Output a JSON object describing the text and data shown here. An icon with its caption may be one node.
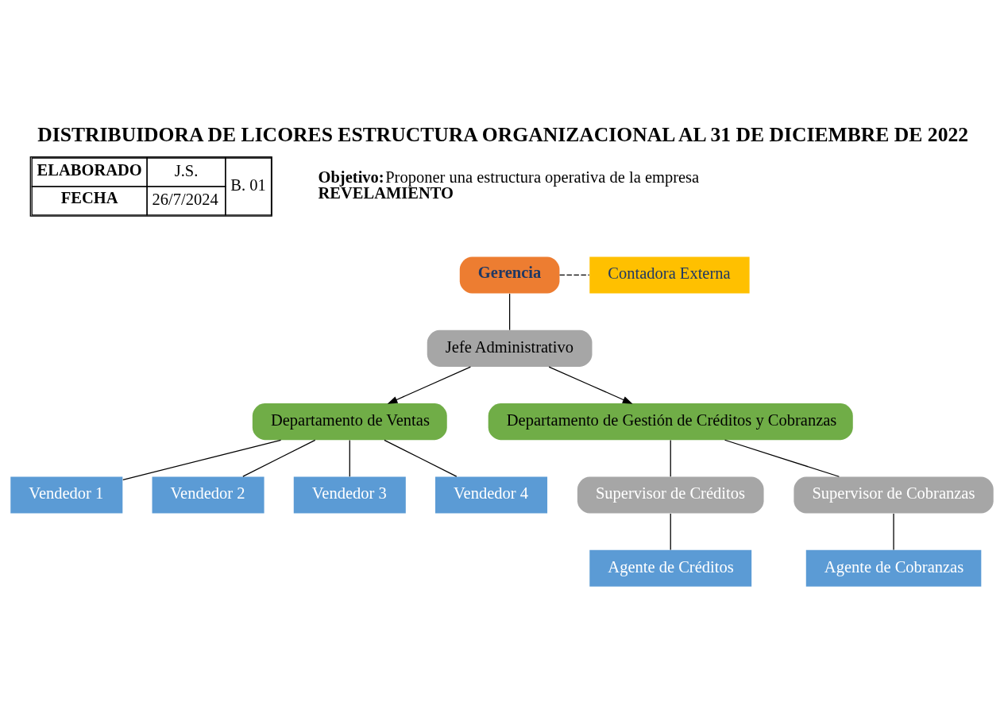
{
  "diagram": {
    "title": "DISTRIBUIDORA DE LICORES ESTRUCTURA ORGANIZACIONAL AL 31 DE DICIEMBRE DE 2022",
    "nodes": [
      {
        "text": [
          "Gerencia"
        ]
      },
      {
        "text": [
          "Contadora Externa"
        ]
      },
      {
        "text": [
          "Jefe Administrativo"
        ]
      },
      {
        "text": [
          "Departamento de Ventas"
        ]
      },
      {
        "text": [
          "Departamento de Gestión de Créditos y Cobranzas"
        ]
      },
      {
        "text": [
          "Vendedor 1"
        ]
      },
      {
        "text": [
          "Vendedor 2"
        ]
      },
      {
        "text": [
          "Vendedor 3"
        ]
      },
      {
        "text": [
          "Vendedor 4"
        ]
      },
      {
        "text": [
          "Supervisor de Créditos"
        ]
      },
      {
        "text": [
          "Supervisor de Cobranzas"
        ]
      },
      {
        "text": [
          "Agente de Créditos"
        ]
      },
      {
        "text": [
          "Agente de Cobranzas"
        ]
      }
    ],
    "edges": [
      {
        "from": 0,
        "to": 2,
        "arrow": "none"
      },
      {
        "from": 0,
        "to": 1,
        "arrow": "none",
        "style": "dashed"
      },
      {
        "from": 2,
        "to": 3,
        "arrow": "to"
      },
      {
        "from": 2,
        "to": 4,
        "arrow": "to"
      },
      {
        "from": 3,
        "to": 5,
        "arrow": "none"
      },
      {
        "from": 3,
        "to": 6,
        "arrow": "none"
      },
      {
        "from": 3,
        "to": 7,
        "arrow": "none"
      },
      {
        "from": 3,
        "to": 8,
        "arrow": "none"
      },
      {
        "from": 4,
        "to": 9,
        "arrow": "none"
      },
      {
        "from": 4,
        "to": 10,
        "arrow": "none"
      },
      {
        "from": 9,
        "to": 11,
        "arrow": "none"
      },
      {
        "from": 10,
        "to": 12,
        "arrow": "none"
      }
    ],
    "labels": [
      "ELABORADO",
      "J.S.",
      "B. 01",
      "FECHA",
      "26/7/2024",
      "Objetivo:",
      "Proponer una estructura operativa de la empresa",
      "REVELAMIENTO"
    ]
  }
}
